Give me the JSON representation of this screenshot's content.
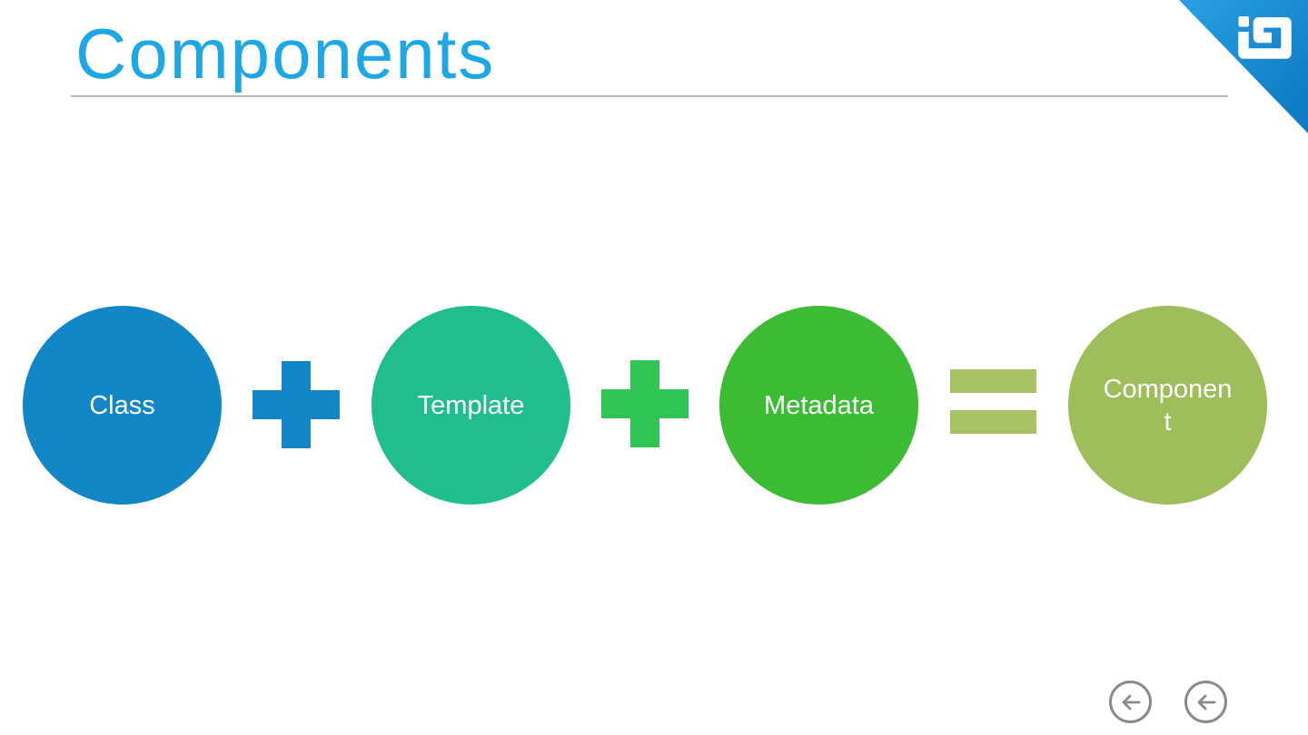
{
  "slide": {
    "title": "Components",
    "title_color": "#1DA7E5",
    "background_color": "#FFFFFF",
    "underline_color": "#B3B5B1"
  },
  "brand": {
    "corner_shape": "blue-triangle",
    "corner_color_top": "#2BA0E2",
    "corner_color_bottom": "#0E7CC6",
    "logo_icon": "square-spiral-logo",
    "logo_color": "#FFFFFF"
  },
  "equation": {
    "circles": [
      {
        "id": "class",
        "label": "Class",
        "lines": [
          "Class"
        ],
        "color": "#1386C8",
        "text_color": "#FFFFFF"
      },
      {
        "id": "template",
        "label": "Template",
        "lines": [
          "Template"
        ],
        "color": "#21BE8D",
        "text_color": "#FFFFFF"
      },
      {
        "id": "metadata",
        "label": "Metadata",
        "lines": [
          "Metadata"
        ],
        "color": "#3CBB35",
        "text_color": "#FFFFFF"
      },
      {
        "id": "component",
        "label": "Component",
        "lines": [
          "Componen",
          "t"
        ],
        "color": "#9EBD5B",
        "text_color": "#FFFFFF"
      }
    ],
    "operators": [
      {
        "type": "plus",
        "color": "#1386C8"
      },
      {
        "type": "plus",
        "color": "#30C455"
      },
      {
        "type": "equals",
        "color": "#A6C263"
      }
    ]
  },
  "nav": {
    "buttons": [
      {
        "icon": "arrow-left",
        "color": "#8A8A8A"
      },
      {
        "icon": "arrow-left",
        "color": "#8A8A8A"
      }
    ]
  }
}
